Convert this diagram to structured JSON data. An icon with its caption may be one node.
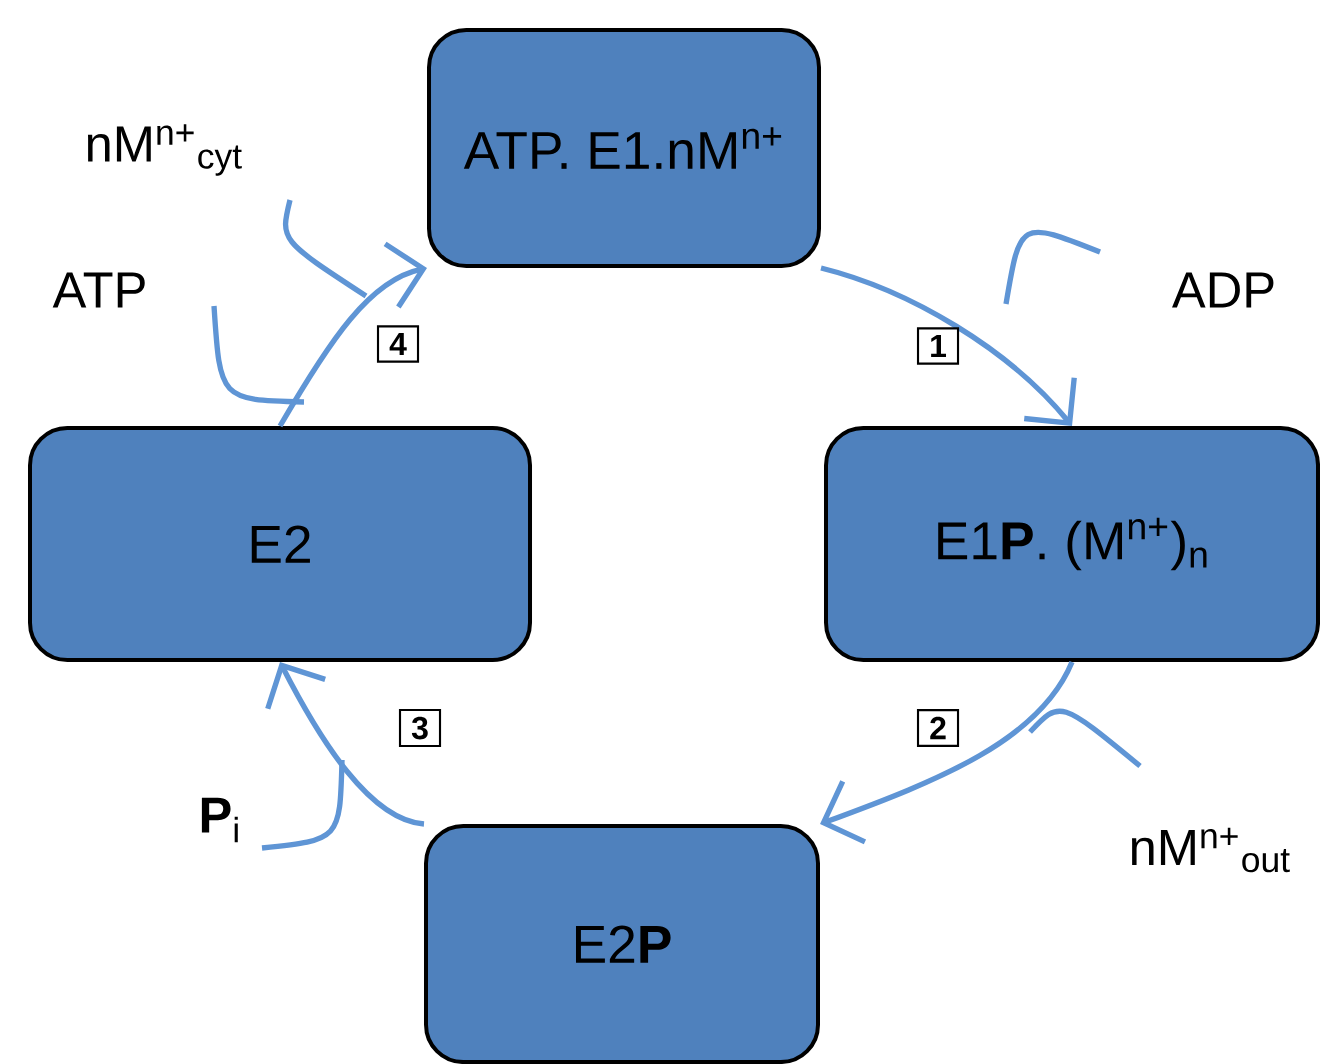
{
  "diagram": {
    "nodes": [
      {
        "text": [
          "ATP. E1.nM$^{n+}$"
        ]
      },
      {
        "text": [
          "E1**P**. (M$^{n+}$)$_{n}$"
        ]
      },
      {
        "text": [
          "E2**P**"
        ]
      },
      {
        "text": [
          "E2"
        ]
      }
    ],
    "edges": [
      {
        "from": 0,
        "to": 1,
        "arrow": "to",
        "label": "1"
      },
      {
        "from": 1,
        "to": 2,
        "arrow": "to",
        "label": "2"
      },
      {
        "from": 2,
        "to": 3,
        "arrow": "to",
        "label": "3"
      },
      {
        "from": 3,
        "to": 0,
        "arrow": "to",
        "label": "4"
      }
    ],
    "labels": [
      "nM$^{n+}$$_{cyt}$",
      "ATP",
      "ADP",
      "**P**$_{i}$",
      "nM$^{n+}$$_{out}$"
    ]
  }
}
